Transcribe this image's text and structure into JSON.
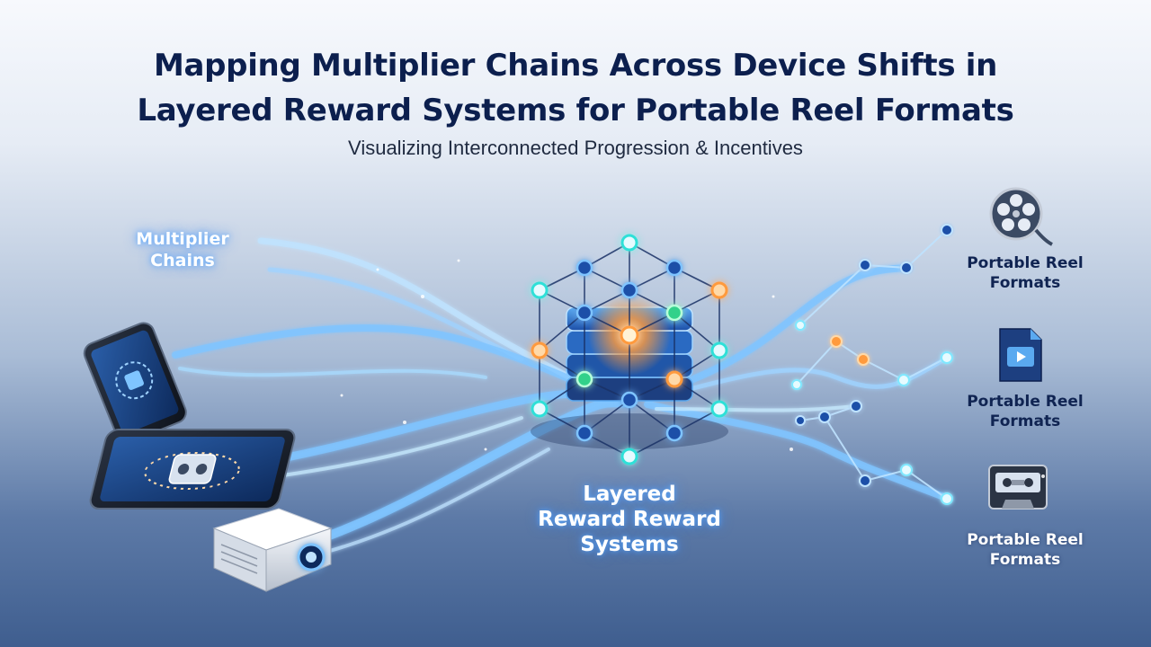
{
  "header": {
    "title_line1": "Mapping Multiplier Chains Across Device Shifts in",
    "title_line2": "Layered Reward Systems for Portable Reel Formats",
    "subtitle": "Visualizing Interconnected Progression & Incentives"
  },
  "labels": {
    "multiplier_line1": "Multiplier",
    "multiplier_line2": "Chains",
    "layered_line1": "Layered",
    "layered_line2": "Reward Reward",
    "layered_line3": "Systems"
  },
  "reel_formats": [
    {
      "line1": "Portable Reel",
      "line2": "Formats",
      "icon": "film-reel-icon"
    },
    {
      "line1": "Portable Reel",
      "line2": "Formats",
      "icon": "video-file-icon"
    },
    {
      "line1": "Portable Reel",
      "line2": "Formats",
      "icon": "cassette-icon"
    }
  ],
  "devices": [
    "smartphone-icon",
    "tablet-icon",
    "projector-icon"
  ],
  "colors": {
    "title": "#0c1f4e",
    "glow_stream": "#7fc4ff",
    "node_cyan": "#2fe0d8",
    "node_orange": "#ff9a3c",
    "node_navy": "#1d4fa8",
    "node_green": "#33d18a"
  }
}
